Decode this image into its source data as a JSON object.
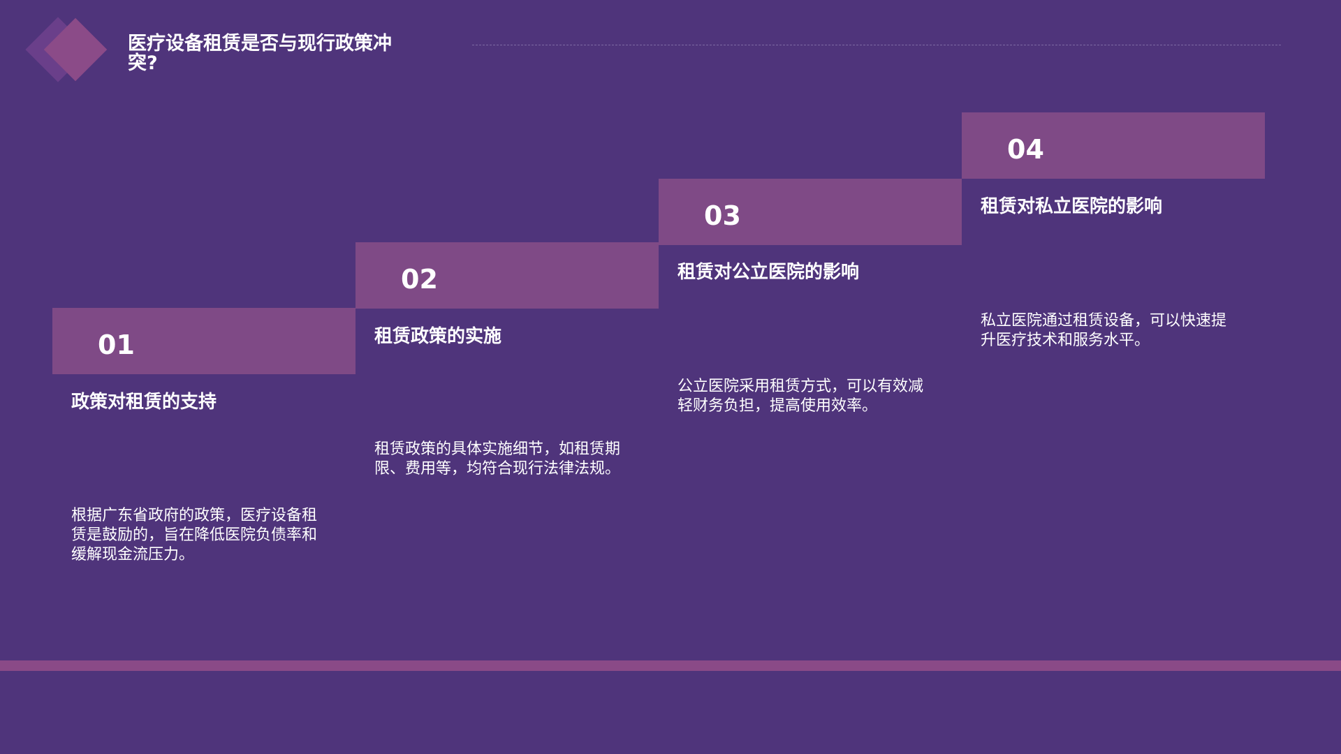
{
  "slide": {
    "title": "医疗设备租赁是否与现行政策冲突?",
    "colors": {
      "background": "#4f347b",
      "accent_bar": "#7f4a86",
      "diamond_front": "#8b4b88",
      "diamond_back": "#6a3f8a",
      "footer_band": "#8a4a87",
      "text": "#ffffff"
    }
  },
  "steps": [
    {
      "number": "01",
      "heading": "政策对租赁的支持",
      "description": "根据广东省政府的政策，医疗设备租赁是鼓励的，旨在降低医院负债率和缓解现金流压力。"
    },
    {
      "number": "02",
      "heading": "租赁政策的实施",
      "description": "租赁政策的具体实施细节，如租赁期限、费用等，均符合现行法律法规。"
    },
    {
      "number": "03",
      "heading": "租赁对公立医院的影响",
      "description": "公立医院采用租赁方式，可以有效减轻财务负担，提高使用效率。"
    },
    {
      "number": "04",
      "heading": "租赁对私立医院的影响",
      "description": "私立医院通过租赁设备，可以快速提升医疗技术和服务水平。"
    }
  ]
}
